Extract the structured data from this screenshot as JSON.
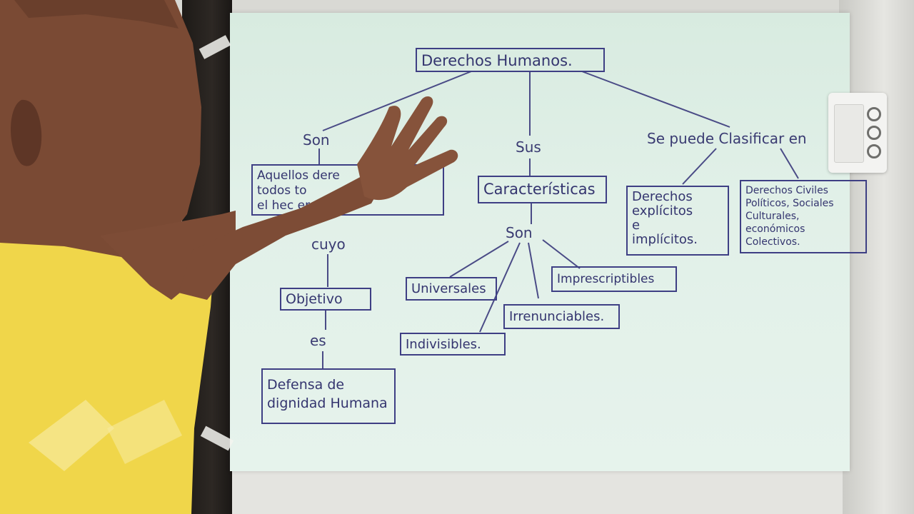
{
  "concept_map": {
    "root": "Derechos Humanos.",
    "link_son_left": "Son",
    "link_sus": "Sus",
    "link_clasificar": "Se puede Clasificar en",
    "def_box": "Aquellos dere\ntodos to\nel hec               ersonas.",
    "link_cuyo": "cuyo",
    "objetivo": "Objetivo",
    "link_es": "es",
    "defensa": "Defensa de\ndignidad Humana",
    "caracteristicas": "Características",
    "link_son_mid": "Son",
    "universales": "Universales",
    "imprescriptibles": "Imprescriptibles",
    "irrenunciables": "Irrenunciables.",
    "indivisibles": "Indivisibles.",
    "derechos_explicitos": "Derechos\nexplícitos\ne\nimplícitos.",
    "derechos_civiles": "Derechos Civiles\nPolíticos, Sociales\nCulturales, económicos\nColectivos."
  },
  "colors": {
    "marker": "#3e3f84",
    "paper": "#e1f0e8",
    "shirt": "#f0d64a",
    "skin": "#7a4a34"
  }
}
